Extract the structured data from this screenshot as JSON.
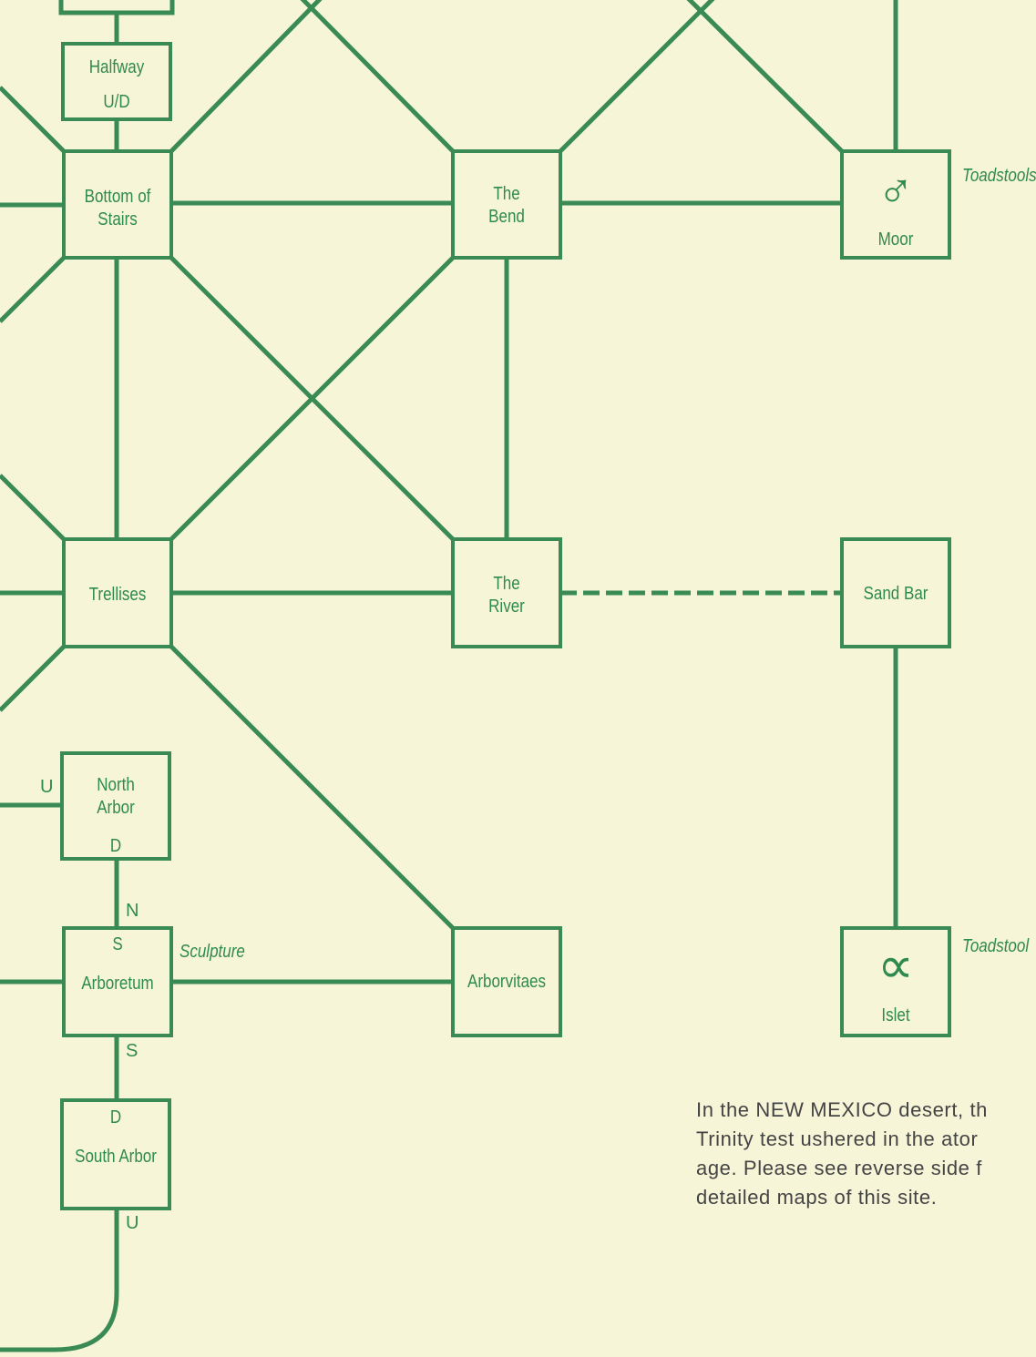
{
  "rooms": {
    "halfway": {
      "name": "Halfway",
      "exits": "U/D"
    },
    "bottom_of_stairs": {
      "line1": "Bottom of",
      "line2": "Stairs"
    },
    "the_bend": {
      "line1": "The",
      "line2": "Bend"
    },
    "moor": {
      "name": "Moor",
      "symbol": "♂",
      "note": "Toadstools"
    },
    "trellises": {
      "name": "Trellises"
    },
    "the_river": {
      "line1": "The",
      "line2": "River"
    },
    "sand_bar": {
      "name": "Sand Bar"
    },
    "north_arbor": {
      "line1": "North",
      "line2": "Arbor",
      "exit_down": "D",
      "exit_up_left": "U"
    },
    "arboretum": {
      "name": "Arboretum",
      "exit_south_top": "S",
      "note": "Sculpture"
    },
    "arborvitaes": {
      "name": "Arborvitaes"
    },
    "islet": {
      "name": "Islet",
      "symbol": "∝",
      "note": "Toadstool"
    },
    "south_arbor": {
      "name": "South Arbor",
      "exit_down": "D",
      "exit_up": "U"
    }
  },
  "connections": {
    "north_label": "N",
    "south_label": "S"
  },
  "caption": {
    "line1": "In the NEW MEXICO desert, th",
    "line2": "Trinity test ushered in the ator",
    "line3": "age. Please see reverse side f",
    "line4": "detailed maps of this site."
  },
  "colors": {
    "line": "#3a8a55",
    "background": "#f7f5d8",
    "text": "#2f8a50",
    "caption": "#444444"
  }
}
